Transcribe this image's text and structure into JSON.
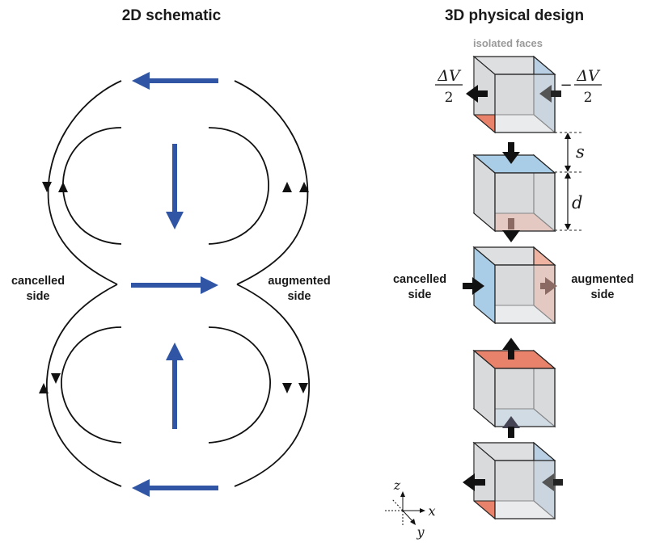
{
  "titles": {
    "left": "2D schematic",
    "right": "3D physical design"
  },
  "labels": {
    "cancelled_line1": "cancelled",
    "cancelled_line2": "side",
    "augmented_line1": "augmented",
    "augmented_line2": "side",
    "isolated_faces": "isolated faces"
  },
  "math": {
    "delta_v": "ΔV",
    "two": "2",
    "minus": "−",
    "spacing": "s",
    "depth": "d"
  },
  "axes": {
    "z": "z",
    "x": "x",
    "y": "y"
  },
  "colors": {
    "arrow_blue": "#2f55a4",
    "face_red": "#e8826a",
    "face_blue": "#a9cde6",
    "face_grey": "#d9dadc",
    "face_light_blue": "#c8dcec",
    "face_light_red": "#efb3a2"
  }
}
